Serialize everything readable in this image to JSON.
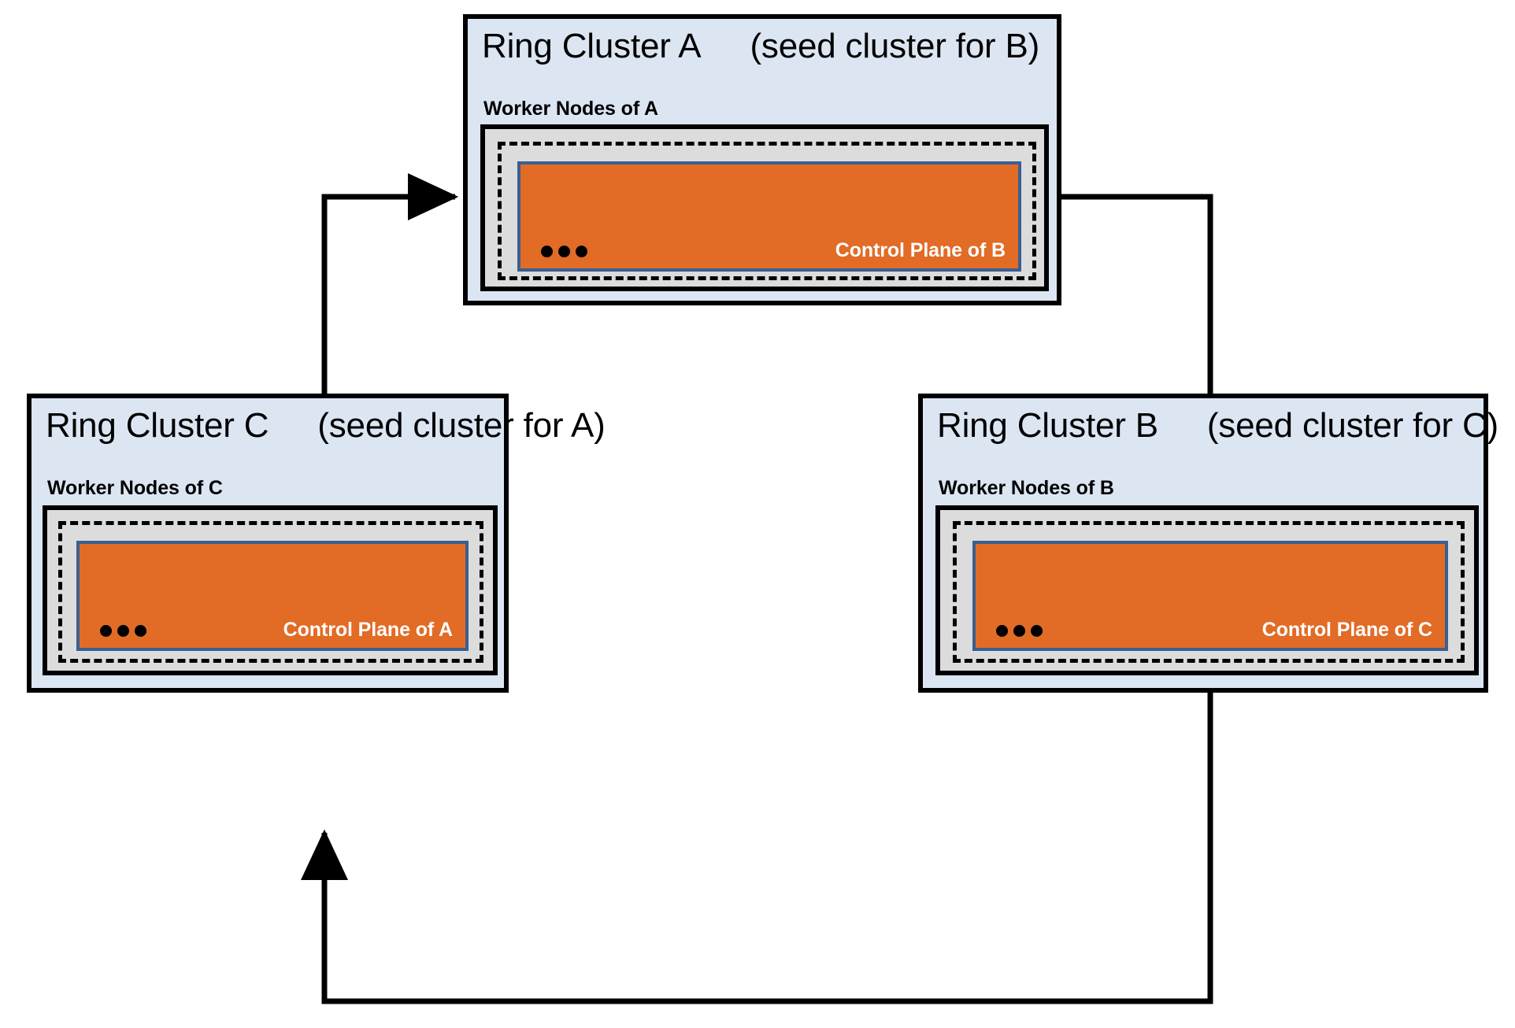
{
  "diagram": {
    "title_hidden": "",
    "clusters": [
      {
        "id": "a",
        "name": "Ring Cluster A",
        "seed_note": "(seed cluster for B)",
        "worker_label": "Worker Nodes of A",
        "control_plane_label": "Control Plane of B",
        "ellipsis": "•••"
      },
      {
        "id": "c",
        "name": "Ring Cluster C",
        "seed_note": "(seed cluster for A)",
        "worker_label": "Worker Nodes of C",
        "control_plane_label": "Control Plane of A",
        "ellipsis": "•••"
      },
      {
        "id": "b",
        "name": "Ring Cluster B",
        "seed_note": "(seed cluster for C)",
        "worker_label": "Worker Nodes of B",
        "control_plane_label": "Control Plane of C",
        "ellipsis": "•••"
      }
    ],
    "connections": [
      {
        "from": "c",
        "to": "a",
        "name": "arrow-c-to-a"
      },
      {
        "from": "a",
        "to": "b",
        "name": "arrow-a-to-b"
      },
      {
        "from": "b",
        "to": "c",
        "name": "arrow-b-to-c"
      }
    ],
    "colors": {
      "cluster_fill": "#dce6f3",
      "cluster_border": "#000000",
      "worker_fill": "#dcdcdc",
      "worker_border": "#000000",
      "dashed_border": "#000000",
      "control_plane_fill": "#e26b26",
      "control_plane_border": "#3a5f90",
      "control_plane_text": "#ffffff",
      "arrow": "#000000",
      "background": "#ffffff"
    }
  }
}
